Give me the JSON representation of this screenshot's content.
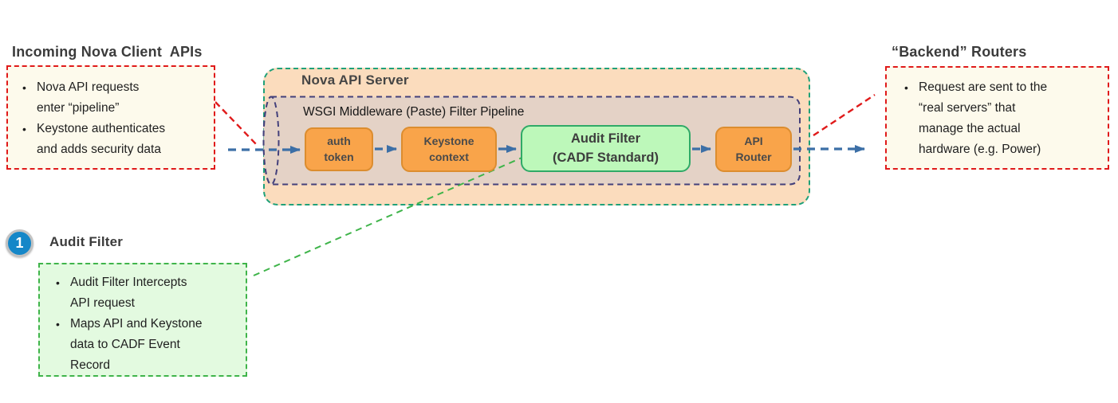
{
  "colors": {
    "red": "#E01A1A",
    "cream": "#FDFAEC",
    "peach": "#FBDCBD",
    "tan": "#E4D2C6",
    "nova_green": "#1FA179",
    "purple": "#43407B",
    "blue": "#3C6FA6",
    "orange_fill": "#F9A44A",
    "orange_border": "#DC8D2F",
    "audit_green": "#BDF8BA",
    "audit_border": "#2FAA67",
    "note_green": "#E3FAE0",
    "callout_green": "#3FB44A",
    "circle_blue": "#1587C8",
    "circle_ring": "#C2C2C2",
    "text_dark": "#1F1F1F",
    "heading_gray": "#3B3B3B",
    "box_text": "#4A4A4A"
  },
  "left_note": {
    "title": "Incoming Nova Client  APIs",
    "bullets": [
      "Nova API requests\nenter “pipeline”",
      "Keystone authenticates\nand adds security data"
    ]
  },
  "server": {
    "title": "Nova API Server",
    "pipeline_label": "WSGI Middleware (Paste) Filter Pipeline",
    "stages": [
      {
        "label": "auth\ntoken"
      },
      {
        "label": "Keystone\ncontext"
      },
      {
        "label": "Audit Filter\n(CADF Standard)"
      },
      {
        "label": "API\nRouter"
      }
    ]
  },
  "right_note": {
    "title": "“Backend” Routers",
    "bullets": [
      "Request are sent to the\n“real servers” that\nmanage the actual\nhardware (e.g. Power)"
    ]
  },
  "callout": {
    "step_number": "1",
    "title": "Audit Filter",
    "bullets": [
      "Audit Filter Intercepts\nAPI request",
      "Maps API and Keystone\ndata to CADF Event\nRecord"
    ]
  }
}
